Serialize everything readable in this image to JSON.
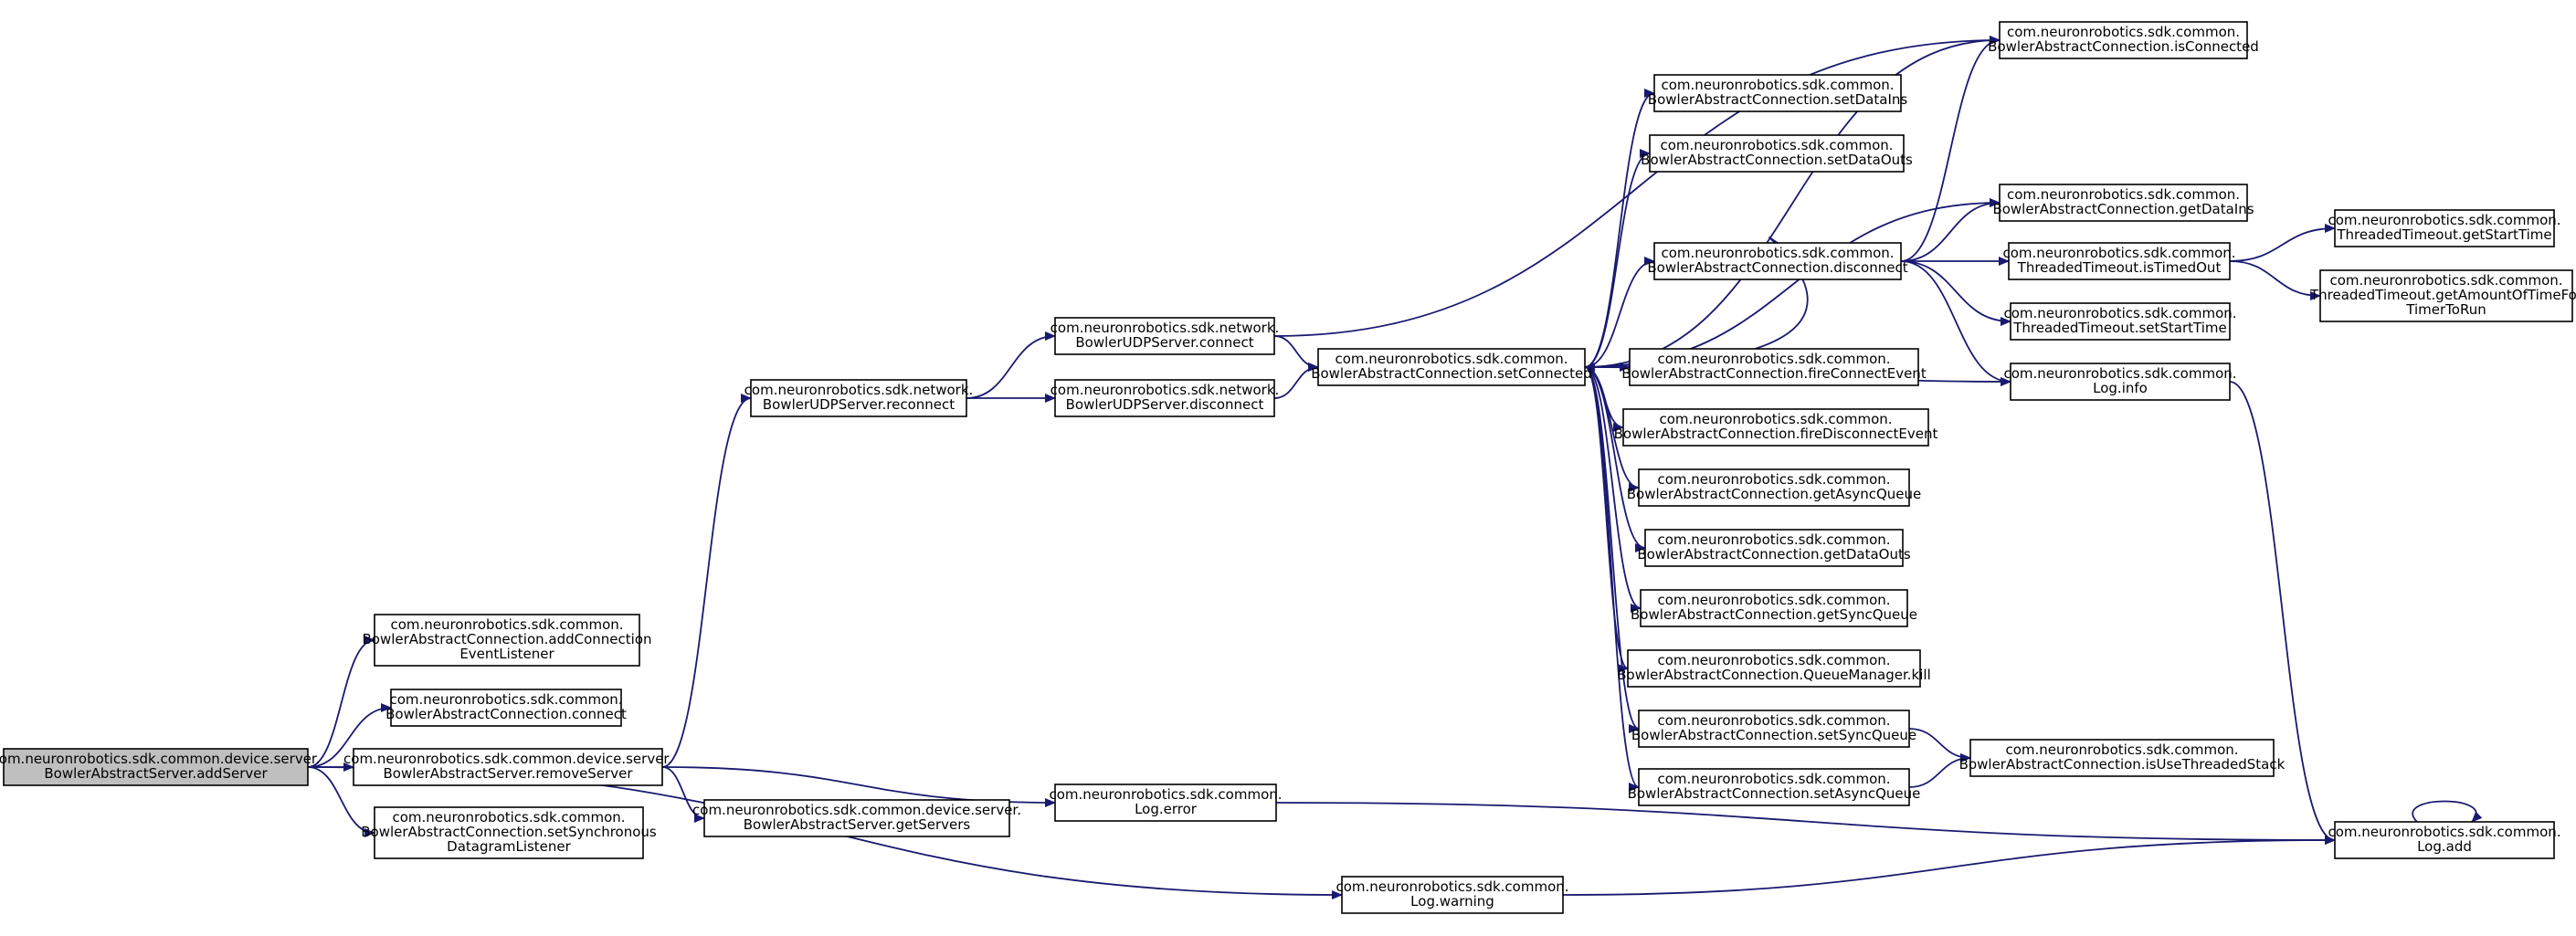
{
  "colors": {
    "edge": "#191970",
    "root_fill": "#bfbfbf",
    "node_fill": "#ffffff",
    "border": "#000000"
  },
  "nodes": [
    {
      "id": "addServer",
      "lines": [
        "com.neuronrobotics.sdk.common.device.server.",
        "BowlerAbstractServer.addServer"
      ],
      "root": true
    },
    {
      "id": "addConnectionEventListener",
      "lines": [
        "com.neuronrobotics.sdk.common.",
        "BowlerAbstractConnection.addConnection",
        "EventListener"
      ]
    },
    {
      "id": "connect",
      "lines": [
        "com.neuronrobotics.sdk.common.",
        "BowlerAbstractConnection.connect"
      ]
    },
    {
      "id": "removeServer",
      "lines": [
        "com.neuronrobotics.sdk.common.device.server.",
        "BowlerAbstractServer.removeServer"
      ]
    },
    {
      "id": "setSyncDatagramListener",
      "lines": [
        "com.neuronrobotics.sdk.common.",
        "BowlerAbstractConnection.setSynchronous",
        "DatagramListener"
      ]
    },
    {
      "id": "getServers",
      "lines": [
        "com.neuronrobotics.sdk.common.device.server.",
        "BowlerAbstractServer.getServers"
      ]
    },
    {
      "id": "udpReconnect",
      "lines": [
        "com.neuronrobotics.sdk.network.",
        "BowlerUDPServer.reconnect"
      ]
    },
    {
      "id": "udpConnect",
      "lines": [
        "com.neuronrobotics.sdk.network.",
        "BowlerUDPServer.connect"
      ]
    },
    {
      "id": "udpDisconnect",
      "lines": [
        "com.neuronrobotics.sdk.network.",
        "BowlerUDPServer.disconnect"
      ]
    },
    {
      "id": "logError",
      "lines": [
        "com.neuronrobotics.sdk.common.",
        "Log.error"
      ]
    },
    {
      "id": "logWarning",
      "lines": [
        "com.neuronrobotics.sdk.common.",
        "Log.warning"
      ]
    },
    {
      "id": "setConnected",
      "lines": [
        "com.neuronrobotics.sdk.common.",
        "BowlerAbstractConnection.setConnected"
      ]
    },
    {
      "id": "setDataIns",
      "lines": [
        "com.neuronrobotics.sdk.common.",
        "BowlerAbstractConnection.setDataIns"
      ]
    },
    {
      "id": "setDataOuts",
      "lines": [
        "com.neuronrobotics.sdk.common.",
        "BowlerAbstractConnection.setDataOuts"
      ]
    },
    {
      "id": "disconnect",
      "lines": [
        "com.neuronrobotics.sdk.common.",
        "BowlerAbstractConnection.disconnect"
      ]
    },
    {
      "id": "fireConnectEvent",
      "lines": [
        "com.neuronrobotics.sdk.common.",
        "BowlerAbstractConnection.fireConnectEvent"
      ]
    },
    {
      "id": "fireDisconnectEvent",
      "lines": [
        "com.neuronrobotics.sdk.common.",
        "BowlerAbstractConnection.fireDisconnectEvent"
      ]
    },
    {
      "id": "getAsyncQueue",
      "lines": [
        "com.neuronrobotics.sdk.common.",
        "BowlerAbstractConnection.getAsyncQueue"
      ]
    },
    {
      "id": "getDataOuts",
      "lines": [
        "com.neuronrobotics.sdk.common.",
        "BowlerAbstractConnection.getDataOuts"
      ]
    },
    {
      "id": "getSyncQueue",
      "lines": [
        "com.neuronrobotics.sdk.common.",
        "BowlerAbstractConnection.getSyncQueue"
      ]
    },
    {
      "id": "queueManagerKill",
      "lines": [
        "com.neuronrobotics.sdk.common.",
        "BowlerAbstractConnection.QueueManager.kill"
      ]
    },
    {
      "id": "setSyncQueue",
      "lines": [
        "com.neuronrobotics.sdk.common.",
        "BowlerAbstractConnection.setSyncQueue"
      ]
    },
    {
      "id": "setAsyncQueue",
      "lines": [
        "com.neuronrobotics.sdk.common.",
        "BowlerAbstractConnection.setAsyncQueue"
      ]
    },
    {
      "id": "isConnected",
      "lines": [
        "com.neuronrobotics.sdk.common.",
        "BowlerAbstractConnection.isConnected"
      ]
    },
    {
      "id": "getDataIns",
      "lines": [
        "com.neuronrobotics.sdk.common.",
        "BowlerAbstractConnection.getDataIns"
      ]
    },
    {
      "id": "isTimedOut",
      "lines": [
        "com.neuronrobotics.sdk.common.",
        "ThreadedTimeout.isTimedOut"
      ]
    },
    {
      "id": "setStartTime",
      "lines": [
        "com.neuronrobotics.sdk.common.",
        "ThreadedTimeout.setStartTime"
      ]
    },
    {
      "id": "logInfo",
      "lines": [
        "com.neuronrobotics.sdk.common.",
        "Log.info"
      ]
    },
    {
      "id": "isUseThreadedStack",
      "lines": [
        "com.neuronrobotics.sdk.common.",
        "BowlerAbstractConnection.isUseThreadedStack"
      ]
    },
    {
      "id": "getStartTime",
      "lines": [
        "com.neuronrobotics.sdk.common.",
        "ThreadedTimeout.getStartTime"
      ]
    },
    {
      "id": "getAmountOfTime",
      "lines": [
        "com.neuronrobotics.sdk.common.",
        "ThreadedTimeout.getAmountOfTimeFor",
        "TimerToRun"
      ]
    },
    {
      "id": "logAdd",
      "lines": [
        "com.neuronrobotics.sdk.common.",
        "Log.add"
      ]
    }
  ],
  "edges": [
    {
      "from": "addServer",
      "to": "addConnectionEventListener"
    },
    {
      "from": "addServer",
      "to": "connect"
    },
    {
      "from": "addServer",
      "to": "removeServer"
    },
    {
      "from": "addServer",
      "to": "setSyncDatagramListener"
    },
    {
      "from": "addServer",
      "to": "logWarning"
    },
    {
      "from": "removeServer",
      "to": "udpReconnect"
    },
    {
      "from": "removeServer",
      "to": "getServers"
    },
    {
      "from": "removeServer",
      "to": "logError"
    },
    {
      "from": "udpReconnect",
      "to": "udpConnect"
    },
    {
      "from": "udpReconnect",
      "to": "udpDisconnect"
    },
    {
      "from": "udpConnect",
      "to": "isConnected"
    },
    {
      "from": "udpConnect",
      "to": "setConnected"
    },
    {
      "from": "udpDisconnect",
      "to": "setConnected"
    },
    {
      "from": "setConnected",
      "to": "isConnected"
    },
    {
      "from": "setConnected",
      "to": "setDataIns"
    },
    {
      "from": "setConnected",
      "to": "setDataOuts"
    },
    {
      "from": "setConnected",
      "to": "getDataIns"
    },
    {
      "from": "setConnected",
      "to": "disconnect"
    },
    {
      "from": "setConnected",
      "to": "logInfo"
    },
    {
      "from": "setConnected",
      "to": "fireConnectEvent"
    },
    {
      "from": "setConnected",
      "to": "fireDisconnectEvent"
    },
    {
      "from": "setConnected",
      "to": "getAsyncQueue"
    },
    {
      "from": "setConnected",
      "to": "getDataOuts"
    },
    {
      "from": "setConnected",
      "to": "getSyncQueue"
    },
    {
      "from": "setConnected",
      "to": "queueManagerKill"
    },
    {
      "from": "setConnected",
      "to": "setSyncQueue"
    },
    {
      "from": "setConnected",
      "to": "setAsyncQueue"
    },
    {
      "from": "disconnect",
      "to": "setConnected"
    },
    {
      "from": "disconnect",
      "to": "isConnected"
    },
    {
      "from": "disconnect",
      "to": "getDataIns"
    },
    {
      "from": "disconnect",
      "to": "isTimedOut"
    },
    {
      "from": "disconnect",
      "to": "setStartTime"
    },
    {
      "from": "disconnect",
      "to": "logInfo"
    },
    {
      "from": "isTimedOut",
      "to": "getStartTime"
    },
    {
      "from": "isTimedOut",
      "to": "getAmountOfTime"
    },
    {
      "from": "setSyncQueue",
      "to": "isUseThreadedStack"
    },
    {
      "from": "setAsyncQueue",
      "to": "isUseThreadedStack"
    },
    {
      "from": "logError",
      "to": "logAdd"
    },
    {
      "from": "logWarning",
      "to": "logAdd"
    },
    {
      "from": "logInfo",
      "to": "logAdd"
    },
    {
      "from": "logAdd",
      "to": "logAdd"
    }
  ]
}
